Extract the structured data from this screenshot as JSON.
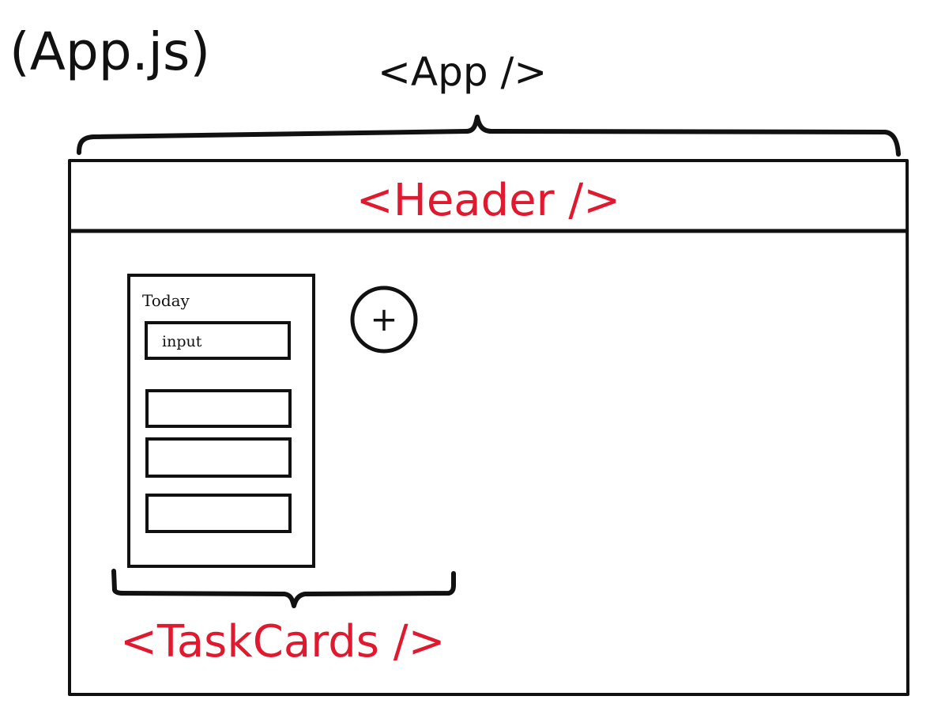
{
  "file_label": "(App.js)",
  "app_label": "<App />",
  "header_label": "<Header />",
  "taskcards_label": "<TaskCards />",
  "card": {
    "title": "Today",
    "input_label": "input"
  },
  "add_button_symbol": "+",
  "colors": {
    "ink": "#111111",
    "accent": "#e0192f"
  }
}
